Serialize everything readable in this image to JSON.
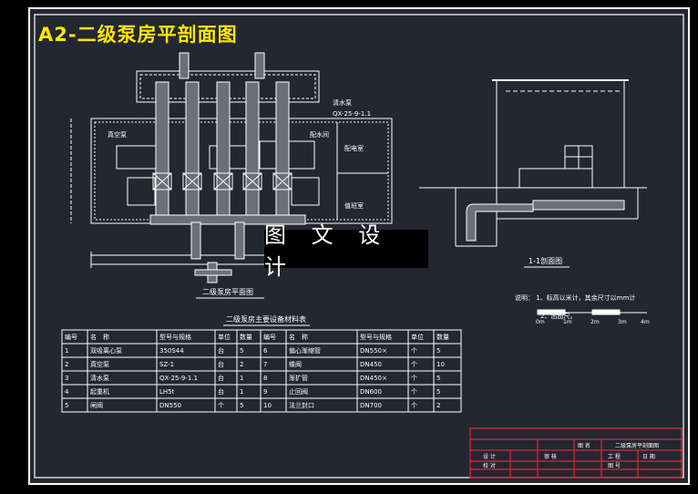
{
  "drawing": {
    "title": "A2-二级泵房平剖面图",
    "watermark": "图 文 设 计",
    "plan_caption": "二级泵房平面图",
    "section_caption": "1-1剖面图",
    "plan_labels": {
      "pump_label": "清水泵",
      "pump_model": "QX-25-9-1.1",
      "vacuum_pump": "真空泵",
      "room_distribution": "配电室",
      "room_duty": "值班室",
      "room_top": "配水间"
    },
    "notes": {
      "line1": "说明： 1、标高以米计，其余尺寸以mm计",
      "line2": "2、出图尺。"
    },
    "scale_labels": [
      "0m",
      "1m",
      "2m",
      "3m",
      "4m"
    ],
    "table": {
      "caption": "二级泵房主要设备材料表",
      "headers": [
        "编号",
        "名　称",
        "型号与规格",
        "单位",
        "数量",
        "编号",
        "名　称",
        "型号与规格",
        "单位",
        "数量"
      ],
      "rows": [
        [
          "1",
          "双吸离心泵",
          "350S44",
          "台",
          "5",
          "6",
          "偏心渐缩管",
          "DN550×",
          "个",
          "5"
        ],
        [
          "2",
          "真空泵",
          "SZ-1",
          "台",
          "2",
          "7",
          "蝶阀",
          "DN450",
          "个",
          "10"
        ],
        [
          "3",
          "清水泵",
          "QX-25-9-1.1",
          "台",
          "1",
          "8",
          "渐扩管",
          "DN450×",
          "个",
          "5"
        ],
        [
          "4",
          "起重机",
          "LH5t",
          "台",
          "1",
          "9",
          "止回阀",
          "DN600",
          "个",
          "5"
        ],
        [
          "5",
          "闸阀",
          "DN550",
          "个",
          "5",
          "10",
          "法兰封口",
          "DN700",
          "个",
          "2"
        ]
      ]
    },
    "titleblock": {
      "name_label": "图 名",
      "drawing_name": "二级泵房平剖面图",
      "designer": "设 计",
      "reviewer": "审 核",
      "checker": "校 对",
      "field_a": "工 程",
      "field_b": "日 期",
      "field_c": "图 号"
    },
    "colors": {
      "background": "#232730",
      "frame": "#ffffff",
      "title": "#ffe600",
      "titleblock": "#e0233c"
    }
  }
}
